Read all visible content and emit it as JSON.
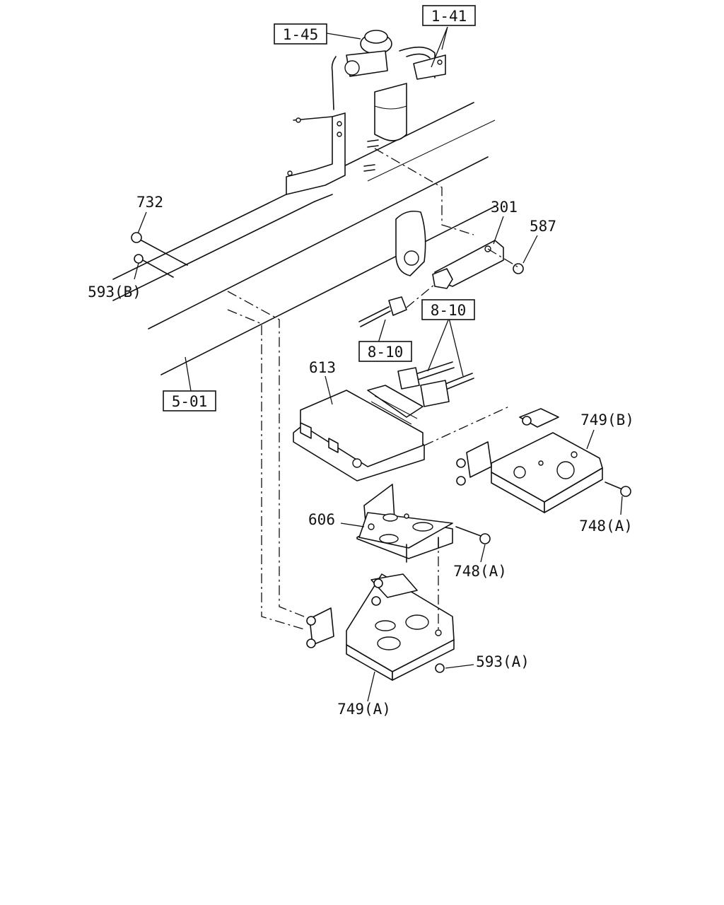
{
  "references": {
    "r_1_45": "1-45",
    "r_1_41": "1-41",
    "r_8_10_a": "8-10",
    "r_8_10_b": "8-10",
    "r_5_01": "5-01"
  },
  "parts": {
    "p_732": "732",
    "p_593b": "593(B)",
    "p_301": "301",
    "p_587": "587",
    "p_613": "613",
    "p_749b": "749(B)",
    "p_748a_right": "748(A)",
    "p_606": "606",
    "p_748a_mid": "748(A)",
    "p_593a": "593(A)",
    "p_749a": "749(A)"
  }
}
